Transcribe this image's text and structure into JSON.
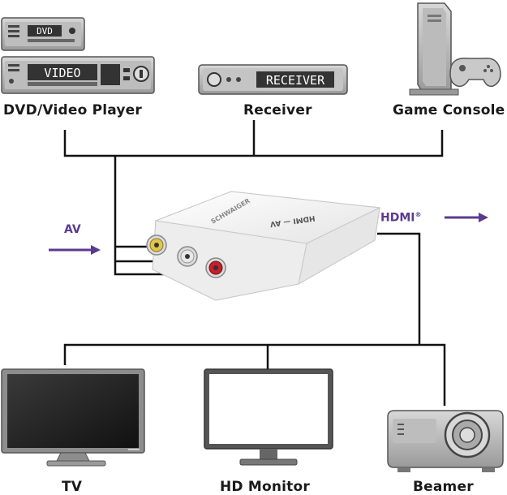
{
  "sources": {
    "dvd_player": {
      "label": "DVD/Video Player",
      "display_top": "DVD",
      "display_bottom": "VIDEO"
    },
    "receiver": {
      "label": "Receiver",
      "display": "RECEIVER"
    },
    "game_console": {
      "label": "Game Console"
    }
  },
  "signals": {
    "input": "AV",
    "output": "HDMI",
    "output_mark": "®"
  },
  "converter": {
    "brand": "SCHWAIGER",
    "face_label": "HDMI — AV"
  },
  "outputs": {
    "tv": {
      "label": "TV"
    },
    "hd_monitor": {
      "label": "HD Monitor"
    },
    "beamer": {
      "label": "Beamer"
    }
  },
  "colors": {
    "signal_purple": "#5b3a8e",
    "device_grey": "#8c8c8c",
    "wire": "#111111",
    "rca_yellow": "#e2c64a",
    "rca_white": "#e8e8e8",
    "rca_red": "#c8202a"
  }
}
